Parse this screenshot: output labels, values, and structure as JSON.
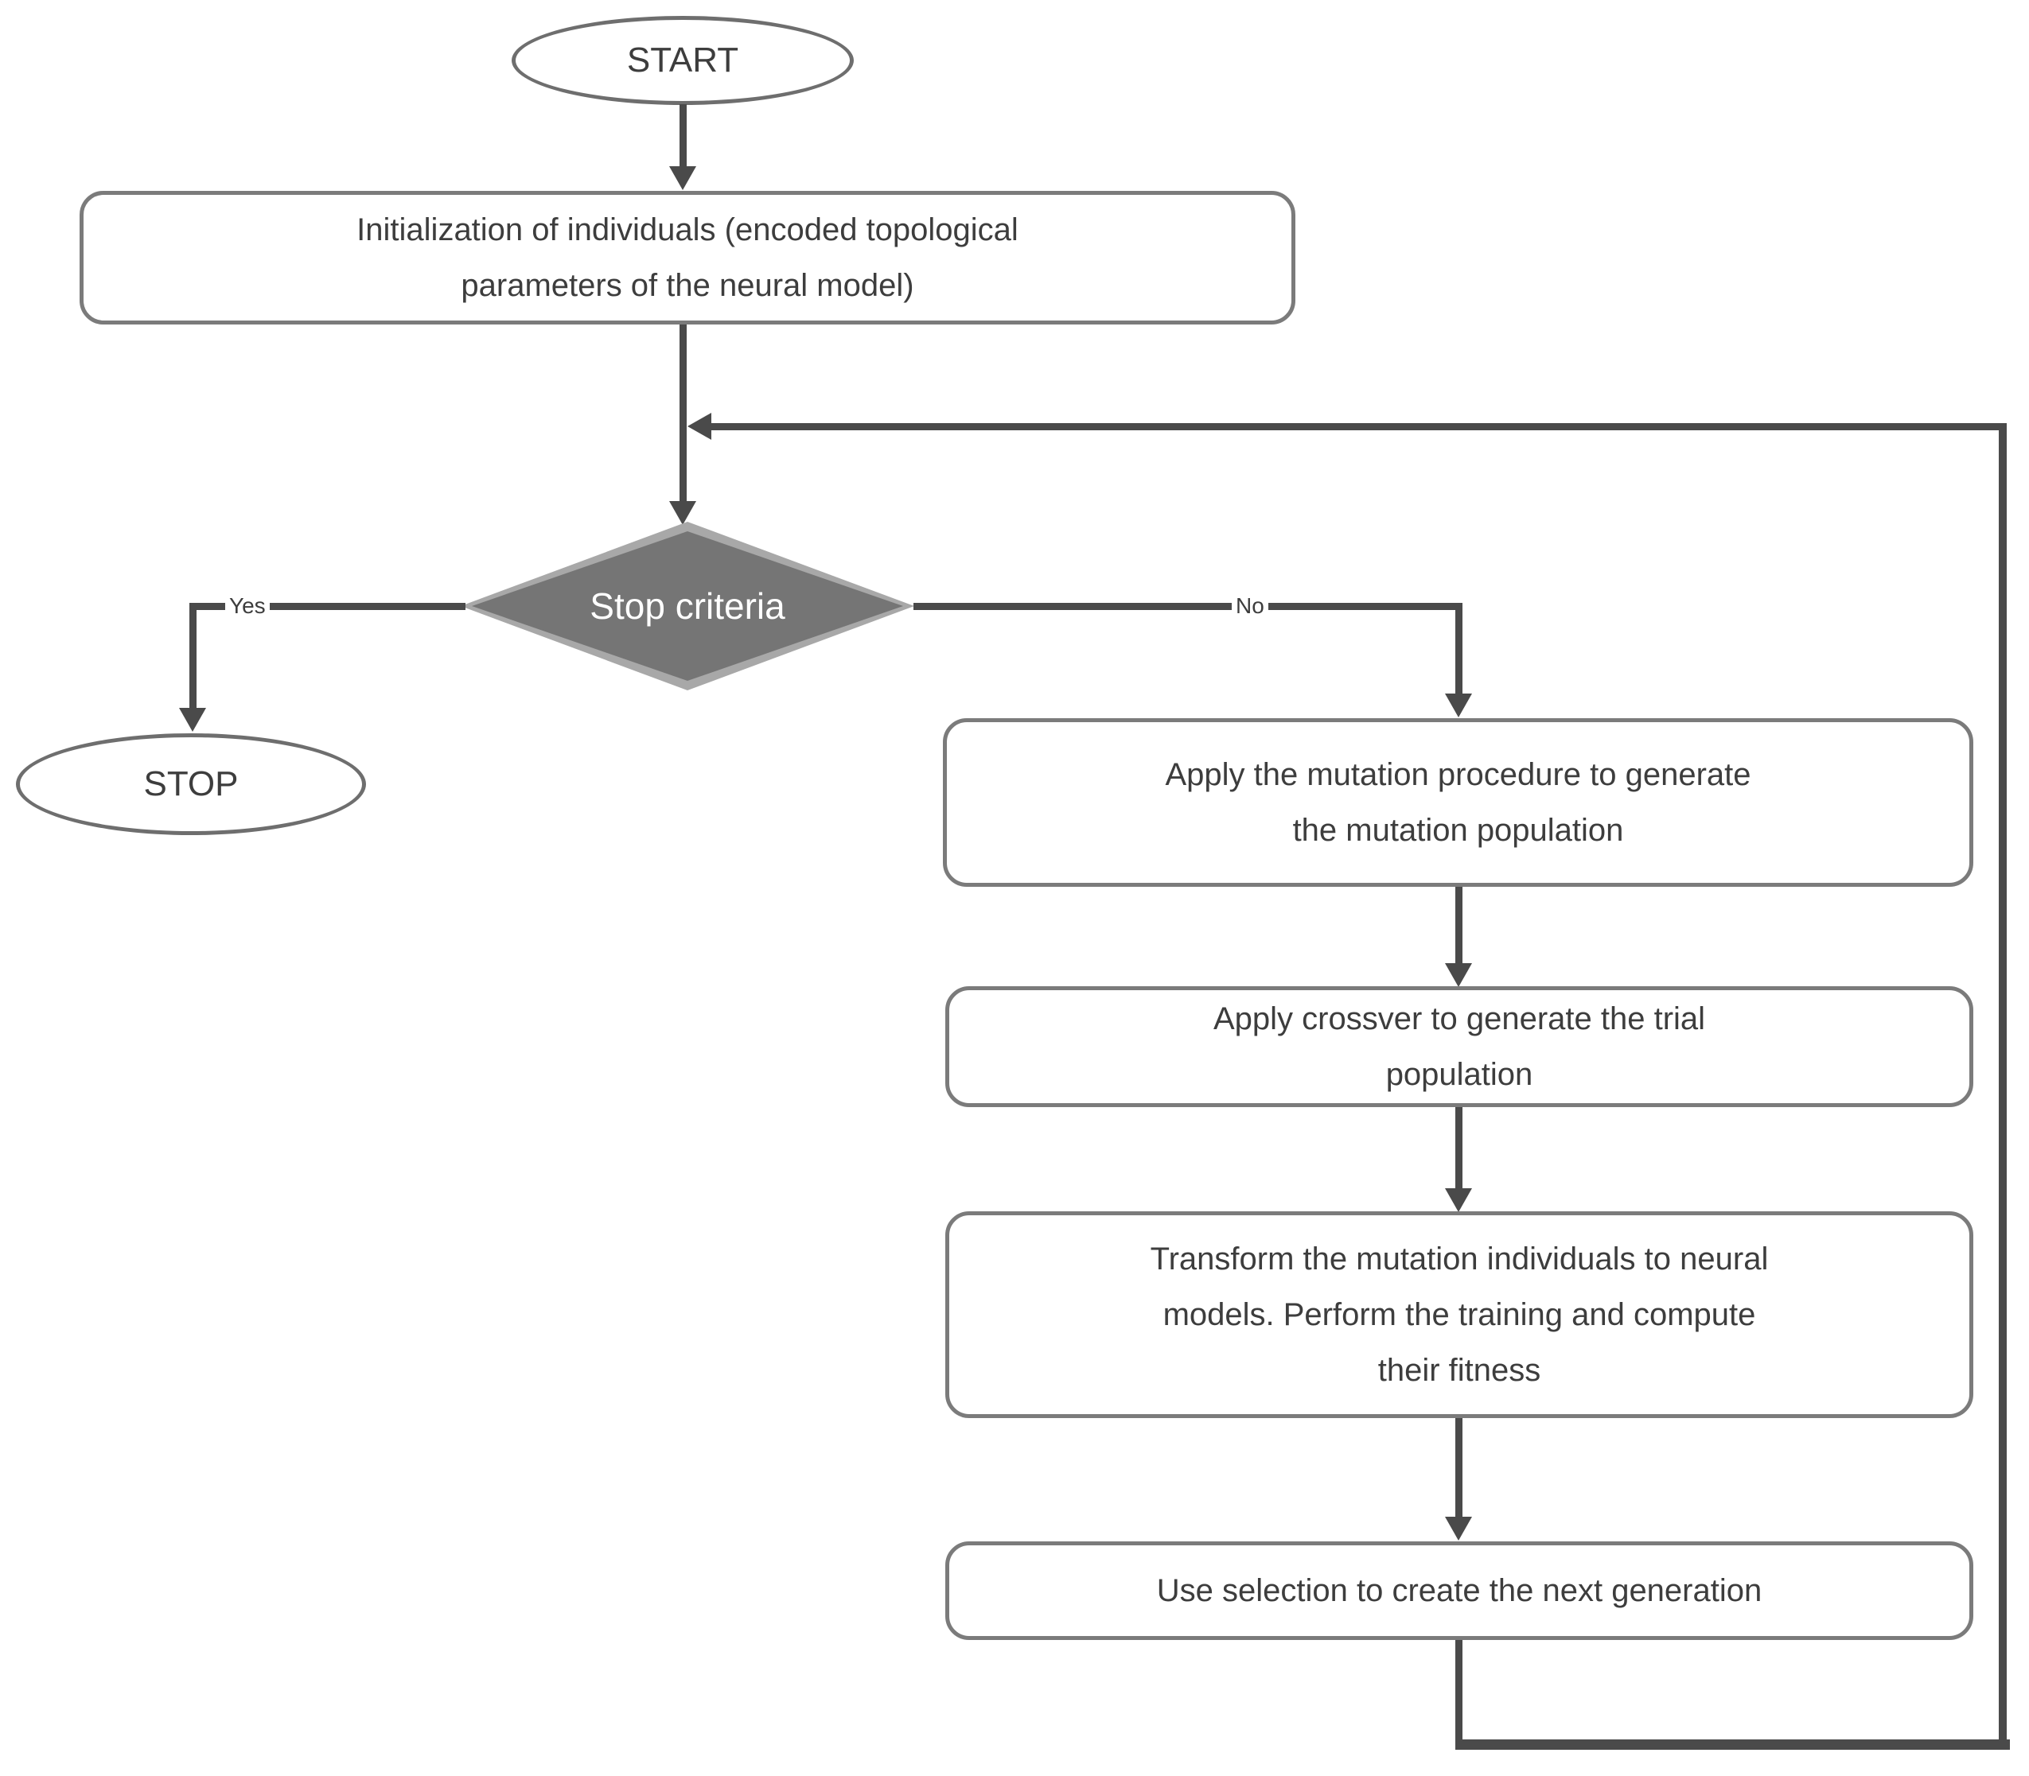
{
  "colors": {
    "line_color": "#4a4a4a",
    "box_border": "#7b7b7b",
    "oval_border": "#6e6e6e",
    "diamond_fill": "#757575",
    "diamond_border": "#a8a8a8",
    "text_color": "#3d3d3d"
  },
  "flowchart": {
    "nodes": {
      "start": {
        "label": "START"
      },
      "init": {
        "label": "Initialization  of individuals (encoded topological\nparameters of the neural model)"
      },
      "decision": {
        "label": "Stop criteria"
      },
      "stop": {
        "label": "STOP"
      },
      "mutation": {
        "label": "Apply the mutation procedure to generate\nthe mutation population"
      },
      "crossover": {
        "label": "Apply crossver to generate the trial\npopulation"
      },
      "fitness": {
        "label": "Transform the mutation individuals to neural\nmodels. Perform the training and compute\ntheir fitness"
      },
      "selection": {
        "label": "Use selection to create the next generation"
      }
    },
    "branch_labels": {
      "yes": "Yes",
      "no": "No"
    }
  }
}
